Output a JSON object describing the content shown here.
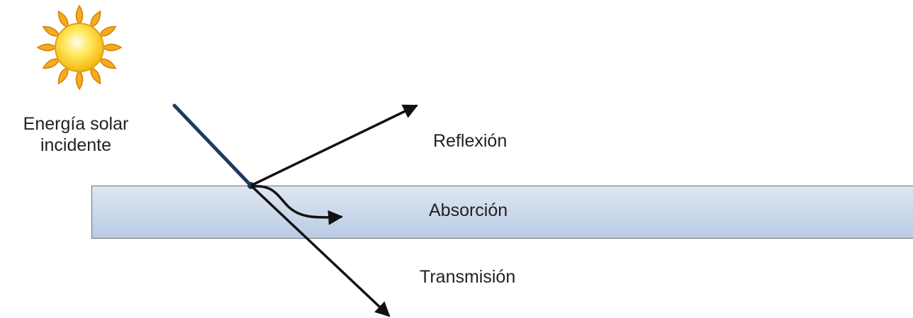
{
  "labels": {
    "incident_line1": "Energía solar",
    "incident_line2": "incidente",
    "reflection": "Reflexión",
    "absorption": "Absorción",
    "transmission": "Transmisión"
  },
  "icons": {
    "sun": "sun-icon"
  },
  "colors": {
    "incident_ray": "#1f3a5f",
    "arrows": "#111111",
    "glass_fill": "#cad8ea",
    "glass_border": "#6a6f77",
    "sun_rays": "#f6ab1a",
    "sun_core": "#ffd51f"
  }
}
